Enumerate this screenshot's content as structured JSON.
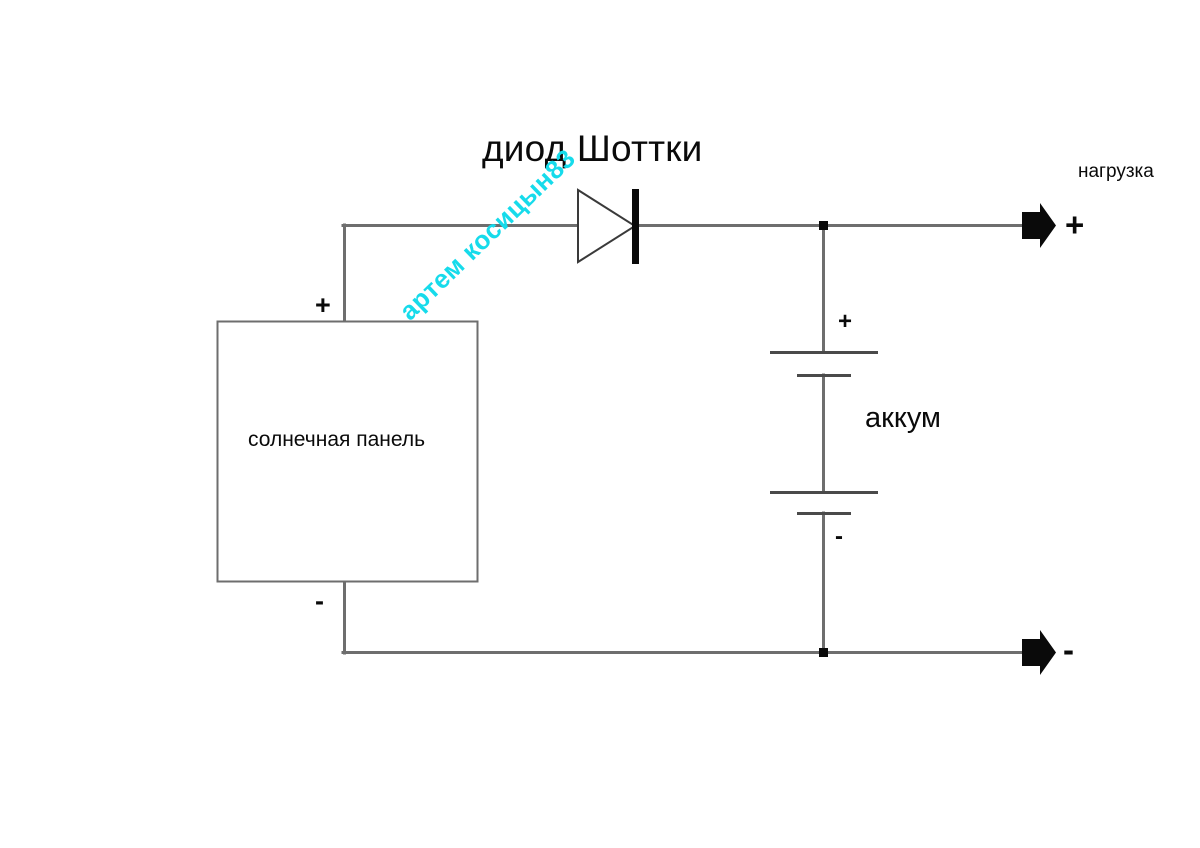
{
  "diagram": {
    "type": "circuit-schematic",
    "language": "ru",
    "title_diode": "диод Шоттки",
    "watermark": "артем косицын83",
    "labels": {
      "solar_panel": "солнечная панель",
      "battery": "аккум",
      "load": "нагрузка"
    },
    "polarity": {
      "panel_plus": "+",
      "panel_minus": "-",
      "battery_plus": "+",
      "battery_minus": "-",
      "output_plus": "+",
      "output_minus": "-"
    },
    "colors": {
      "wire": "#6e6e6e",
      "outline": "#6e6e6e",
      "ink": "#0a0a0a",
      "watermark": "#16dbeb",
      "background": "#ffffff"
    },
    "components": [
      {
        "name": "solar-panel",
        "label": "солнечная панель",
        "terminals": [
          "+",
          "-"
        ]
      },
      {
        "name": "schottky-diode",
        "label": "диод Шоттки",
        "terminals": [
          "anode",
          "cathode"
        ]
      },
      {
        "name": "battery",
        "label": "аккум",
        "cells": 2,
        "terminals": [
          "+",
          "-"
        ]
      },
      {
        "name": "load-output",
        "label": "нагрузка",
        "terminals": [
          "+",
          "-"
        ]
      }
    ]
  }
}
